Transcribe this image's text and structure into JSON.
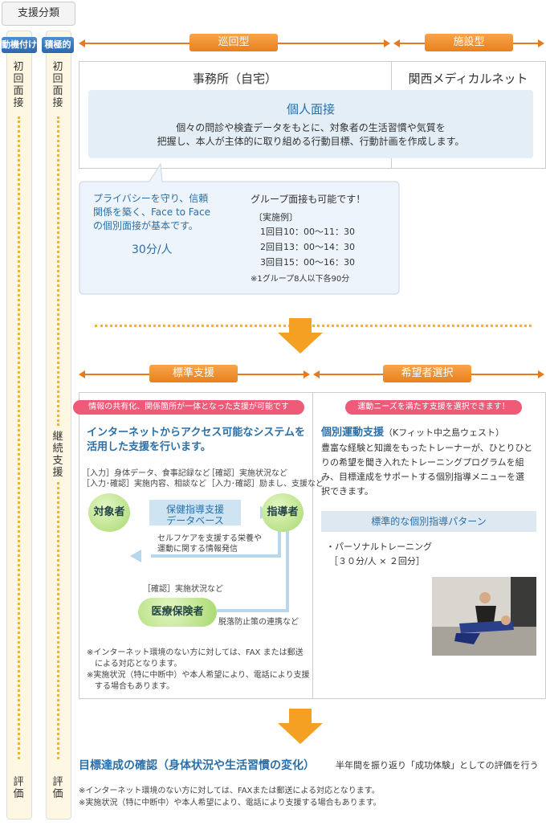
{
  "header": {
    "title": "支援分類"
  },
  "side": {
    "col1": {
      "head": "動機付け",
      "top": "初回面接",
      "bottom": "評価"
    },
    "col2": {
      "head": "積極的",
      "top": "初回面接",
      "middle": "継続支援",
      "bottom": "評価"
    }
  },
  "top_tags": {
    "left": "巡回型",
    "right": "施設型"
  },
  "section1": {
    "office": "事務所（自宅）",
    "facility": "関西メディカルネット",
    "interview_title": "個人面接",
    "interview_line1": "個々の問診や検査データをもとに、対象者の生活習慣や気質を",
    "interview_line2": "把握し、本人が主体的に取り組める行動目標、行動計画を作成します。"
  },
  "bubble": {
    "line1": "プライバシーを守り、信頼",
    "line2": "関係を築く、Face to Face",
    "line3": "の個別面接が基本です。",
    "price": "30分/人",
    "group_title": "グループ面接も可能です！",
    "example": "〔実施例〕",
    "slot1": "1回目10：00〜11：30",
    "slot2": "2回目13：00〜14：30",
    "slot3": "3回目15：00〜16：30",
    "note": "※1グループ8人以下各90分"
  },
  "mid_tags": {
    "left": "標準支援",
    "right": "希望者選択"
  },
  "standard": {
    "pill": "情報の共有化、関係箇所が一体となった支援が可能です",
    "headline1": "インターネットからアクセス可能なシステムを",
    "headline2": "活用した支援を行います。",
    "input_left1": "［入力］身体データ、食事記録など",
    "input_left2": "［入力･確認］実施内容、相談など",
    "input_right1": "［確認］実施状況など",
    "input_right2": "［入力･確認］励まし、支援など",
    "subject": "対象者",
    "db1": "保健指導支援",
    "db2": "データベース",
    "instructor": "指導者",
    "feedback1": "セルフケアを支援する栄養や",
    "feedback2": "運動に関する情報発信",
    "confirm": "［確認］実施状況など",
    "insurer": "医療保険者",
    "dropout": "脱落防止策の連携など",
    "note1a": "※インターネット環境のない方に対しては、FAX または郵送",
    "note1b": "による対応となります。",
    "note2a": "※実施状況（特に中断中）や本人希望により、電話により支援",
    "note2b": "する場合もあります。"
  },
  "optional": {
    "pill": "運動ニーズを満たす支援を選択できます！",
    "title": "個別運動支援",
    "title_sub": "（Kフィット中之島ウェスト）",
    "desc1": "豊富な経験と知識をもったトレーナーが、ひとりひと",
    "desc2": "りの希望を聞き入れたトレーニングプログラムを組",
    "desc3": "み、目標達成をサポートする個別指導メニューを選",
    "desc4": "択できます。",
    "pattern_title": "標準的な個別指導パターン",
    "pattern1": "・パーソナルトレーニング",
    "pattern2": "［３０分/人 × ２回分］"
  },
  "footer": {
    "title": "目標達成の確認（身体状況や生活習慣の変化）",
    "subtitle": "半年間を振り返り「成功体験」としての評価を行う",
    "note1": "※インターネット環境のない方に対しては、FAXまたは郵送による対応となります。",
    "note2": "※実施状況（特に中断中）や本人希望により、電話により支援する場合もあります。"
  },
  "colors": {
    "orange": "#e87a1e",
    "blue": "#2a6fa8",
    "pink": "#ee5a78",
    "green": "#a8d96f"
  }
}
